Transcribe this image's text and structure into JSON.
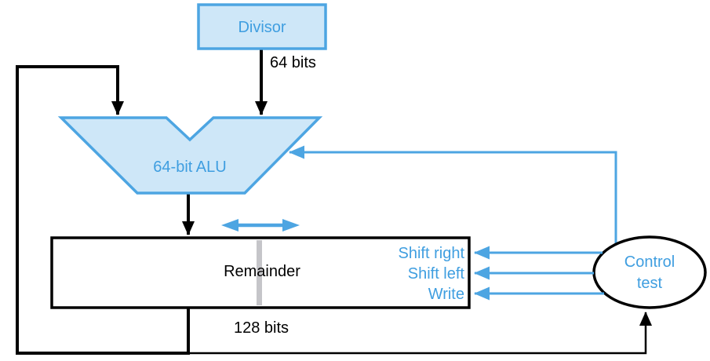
{
  "colors": {
    "accent_blue": "#4da5e2",
    "fill_blue": "#cee7f8",
    "text_blue": "#3f9ee0",
    "line_black": "#000000",
    "divider_gray": "#c5c5c9",
    "background": "#ffffff"
  },
  "diagram": {
    "divisor": {
      "label": "Divisor"
    },
    "divisor_bus": {
      "width_label": "64 bits"
    },
    "alu": {
      "label": "64-bit ALU"
    },
    "remainder": {
      "label": "Remainder",
      "width_label": "128 bits"
    },
    "control": {
      "label_line1": "Control",
      "label_line2": "test"
    },
    "control_signals": {
      "shift_right": "Shift right",
      "shift_left": "Shift left",
      "write": "Write"
    }
  }
}
